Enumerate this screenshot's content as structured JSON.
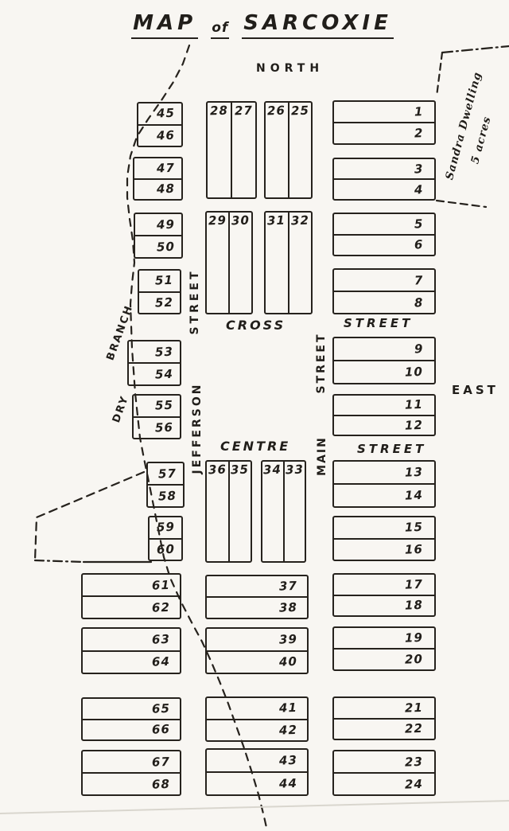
{
  "title": {
    "word1": "MAP",
    "word2": "of",
    "word3": "SARCOXIE"
  },
  "compass": {
    "north": "NORTH",
    "east": "EAST"
  },
  "streets": {
    "cross": "CROSS",
    "cross_suffix": "STREET",
    "centre": "CENTRE",
    "centre_suffix": "STREET",
    "jefferson": "JEFFERSON",
    "jefferson_suffix": "STREET",
    "main": "MAIN",
    "main_suffix": "STREET",
    "dry": "DRY",
    "branch": "BRANCH"
  },
  "annotations": {
    "dwelling_line1": "Sandra Dwelling",
    "dwelling_line2": "5 acres"
  },
  "lots": {
    "west_small_pairs": [
      [
        "45",
        "46"
      ],
      [
        "47",
        "48"
      ],
      [
        "49",
        "50"
      ],
      [
        "51",
        "52"
      ],
      [
        "53",
        "54"
      ],
      [
        "55",
        "56"
      ],
      [
        "57",
        "58"
      ],
      [
        "59",
        "60"
      ]
    ],
    "west_wide_pairs": [
      [
        "61",
        "62"
      ],
      [
        "63",
        "64"
      ],
      [
        "65",
        "66"
      ],
      [
        "67",
        "68"
      ]
    ],
    "central_north_strips": [
      [
        "28",
        "27"
      ],
      [
        "26",
        "25"
      ]
    ],
    "central_mid_strips": [
      [
        "29",
        "30"
      ],
      [
        "31",
        "32"
      ]
    ],
    "central_south_strips": [
      [
        "36",
        "35"
      ],
      [
        "34",
        "33"
      ]
    ],
    "central_row_pairs": [
      [
        "37",
        "38"
      ],
      [
        "39",
        "40"
      ],
      [
        "41",
        "42"
      ],
      [
        "43",
        "44"
      ]
    ],
    "east_pairs": [
      [
        "1",
        "2"
      ],
      [
        "3",
        "4"
      ],
      [
        "5",
        "6"
      ],
      [
        "7",
        "8"
      ],
      [
        "9",
        "10"
      ],
      [
        "11",
        "12"
      ],
      [
        "13",
        "14"
      ],
      [
        "15",
        "16"
      ],
      [
        "17",
        "18"
      ],
      [
        "19",
        "20"
      ],
      [
        "21",
        "22"
      ],
      [
        "23",
        "24"
      ]
    ]
  },
  "colors": {
    "ink": "#26221d",
    "paper": "#f8f6f2"
  }
}
